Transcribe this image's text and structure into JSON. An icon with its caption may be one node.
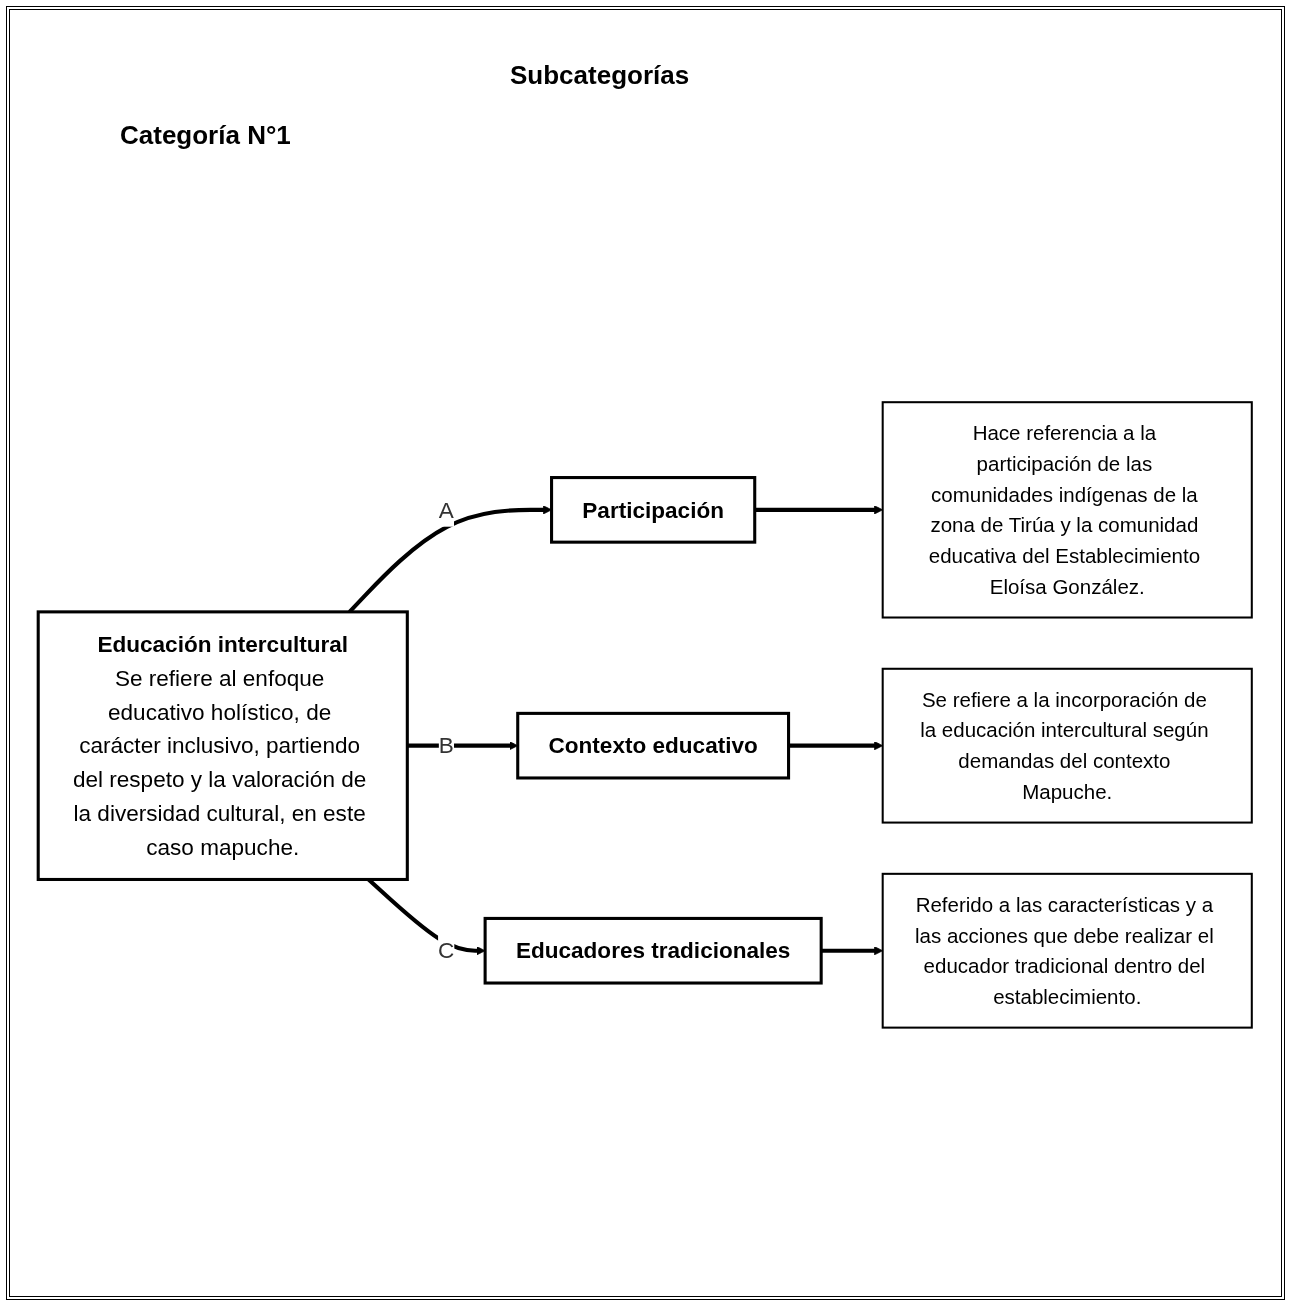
{
  "diagram": {
    "nodes": [
      {
        "text": [
          "Educación intercultural",
          "Se refiere al enfoque educativo holístico, de carácter inclusivo, partiendo del respeto y la valoración de la diversidad cultural, en este caso mapuche."
        ]
      },
      {
        "text": [
          "Participación"
        ]
      },
      {
        "text": [
          "Hace referencia a la participación de las comunidades indígenas de la zona de Tirúa y la comunidad educativa del Establecimiento Eloísa González."
        ]
      },
      {
        "text": [
          "Contexto educativo"
        ]
      },
      {
        "text": [
          "Se refiere a la incorporación de la educación intercultural según demandas del contexto Mapuche."
        ]
      },
      {
        "text": [
          "Educadores tradicionales"
        ]
      },
      {
        "text": [
          "Referido a las características y a las acciones que debe realizar el educador tradicional dentro del establecimiento."
        ]
      }
    ],
    "edges": [
      {
        "from": 0,
        "to": 1,
        "arrow": "to",
        "label": "A"
      },
      {
        "from": 0,
        "to": 3,
        "arrow": "to",
        "label": "B"
      },
      {
        "from": 0,
        "to": 5,
        "arrow": "to",
        "label": "C"
      },
      {
        "from": 1,
        "to": 2,
        "arrow": "to"
      },
      {
        "from": 3,
        "to": 4,
        "arrow": "to"
      },
      {
        "from": 5,
        "to": 6,
        "arrow": "to"
      }
    ],
    "labels": [
      "Subcategorías",
      "Categoría N°1"
    ]
  }
}
